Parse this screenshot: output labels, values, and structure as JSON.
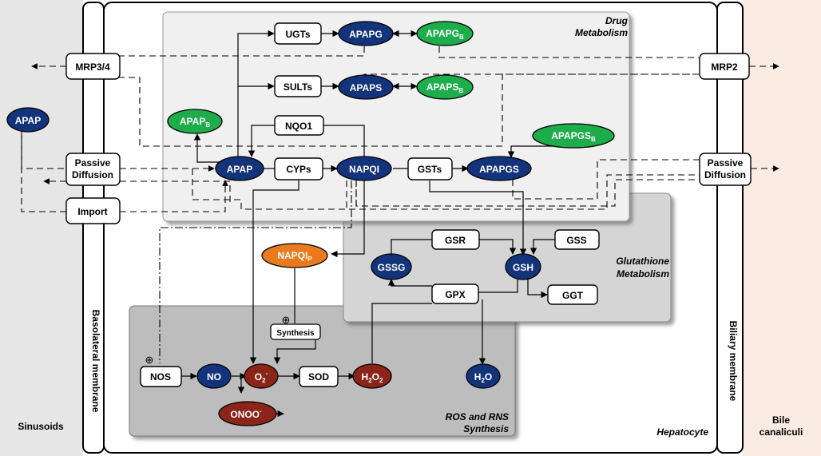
{
  "regions": {
    "sinusoids": "Sinusoids",
    "bile_canaliculi_line1": "Bile",
    "bile_canaliculi_line2": "canaliculi",
    "basolateral_membrane": "Basolateral membrane",
    "biliary_membrane": "Biliary membrane",
    "hepatocyte": "Hepatocyte",
    "drug_metabolism_line1": "Drug",
    "drug_metabolism_line2": "Metabolism",
    "glutathione_line1": "Glutathione",
    "glutathione_line2": "Metabolism",
    "ros_rns_line1": "ROS and RNS",
    "ros_rns_line2": "Synthesis"
  },
  "transporters": {
    "mrp34": "MRP3/4",
    "mrp2": "MRP2",
    "passive_diffusion_left_line1": "Passive",
    "passive_diffusion_left_line2": "Diffusion",
    "passive_diffusion_right_line1": "Passive",
    "passive_diffusion_right_line2": "Diffusion",
    "import": "Import"
  },
  "enzymes": {
    "ugts": "UGTs",
    "sults": "SULTs",
    "nqo1": "NQO1",
    "cyps": "CYPs",
    "gsts": "GSTs",
    "gsr": "GSR",
    "gss": "GSS",
    "gpx": "GPX",
    "ggt": "GGT",
    "synthesis": "Synthesis",
    "nos": "NOS",
    "sod": "SOD"
  },
  "metabolites": {
    "apap_sinusoid": "APAP",
    "apap": "APAP",
    "apapg": "APAPG",
    "apaps": "APAPS",
    "napqi": "NAPQI",
    "apapgs": "APAPGS",
    "gssg": "GSSG",
    "gsh": "GSH",
    "no": "NO"
  },
  "metabolites_subscripted": {
    "apap_b": {
      "main": "APAP",
      "sub": "B"
    },
    "apapg_b": {
      "main": "APAPG",
      "sub": "B"
    },
    "apaps_b": {
      "main": "APAPS",
      "sub": "B"
    },
    "apapgs_b": {
      "main": "APAPGS",
      "sub": "B"
    },
    "napqi_p": {
      "main": "NAPQI",
      "sub": "P"
    },
    "h2o2": {
      "main": "H",
      "sub": "2",
      "main2": "O",
      "sub2": "2"
    },
    "h2o": {
      "main": "H",
      "sub": "2",
      "main2": "O"
    },
    "o2": {
      "main": "O",
      "sub": "2",
      "sup": "-"
    },
    "onoo": {
      "main": "ONOO",
      "sup": "-"
    }
  },
  "symbols": {
    "activation": "⊕"
  },
  "colors": {
    "dark_blue": "#13337a",
    "green": "#1ead4b",
    "orange": "#ea7a1e",
    "dark_red": "#8b2419",
    "sinusoid_bg": "#e6e6e6",
    "bile_bg": "#fbece3",
    "drug_panel": "#f0f0f0",
    "glutathione_panel": "#d5d5d5",
    "ros_panel": "#bdbdbd"
  }
}
